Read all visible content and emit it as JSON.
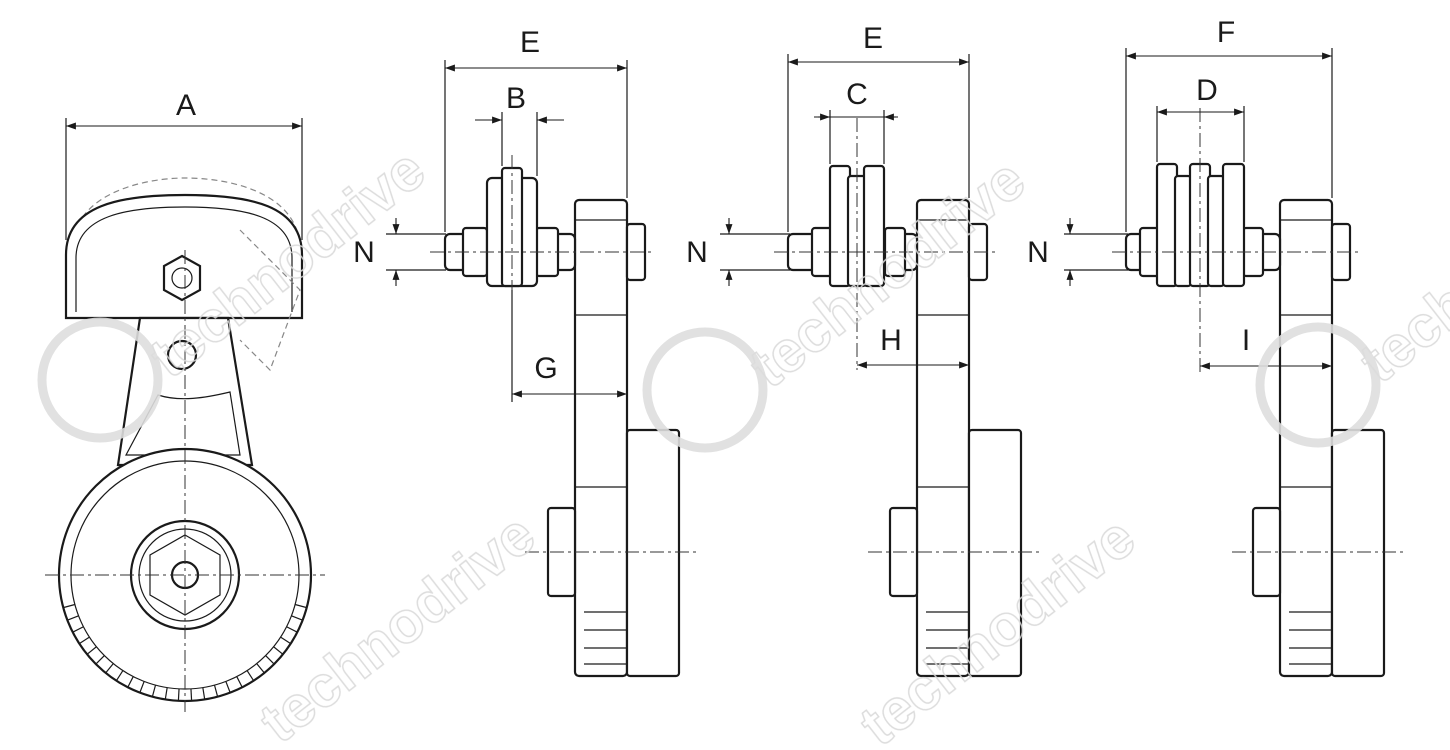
{
  "labels": {
    "A": "A",
    "E1": "E",
    "B": "B",
    "N1": "N",
    "G": "G",
    "E2": "E",
    "C": "C",
    "N2": "N",
    "H": "H",
    "F": "F",
    "D": "D",
    "N3": "N",
    "I": "I"
  },
  "watermark": {
    "logo": "technodrive"
  }
}
